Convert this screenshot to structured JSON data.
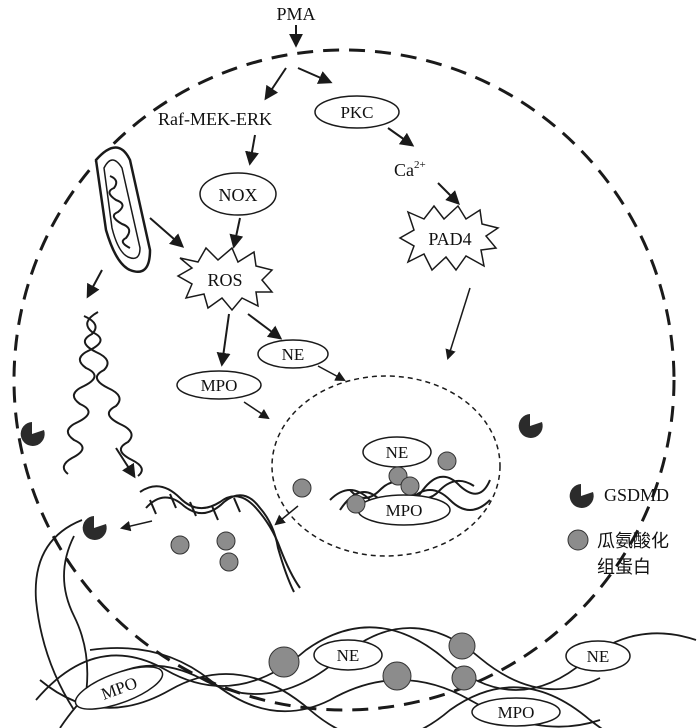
{
  "labels": {
    "pma": "PMA",
    "raf_mek_erk": "Raf-MEK-ERK",
    "pkc": "PKC",
    "ca": "Ca",
    "ca_charge": "2+",
    "nox": "NOX",
    "pad4": "PAD4",
    "ros": "ROS",
    "ne_cyto": "NE",
    "mpo_cyto": "MPO",
    "ne_granule": "NE",
    "mpo_granule": "MPO",
    "ne_out_1": "NE",
    "ne_out_2": "NE",
    "mpo_out_1": "MPO",
    "mpo_out_2": "MPO"
  },
  "legend": {
    "gsdmd": "GSDMD",
    "citrullinated_histone_line1": "瓜氨酸化",
    "citrullinated_histone_line2": "组蛋白"
  },
  "colors": {
    "line": "#1a1a1a",
    "gsdmd": "#2b2b2b",
    "histone": "#8c8c8c"
  }
}
